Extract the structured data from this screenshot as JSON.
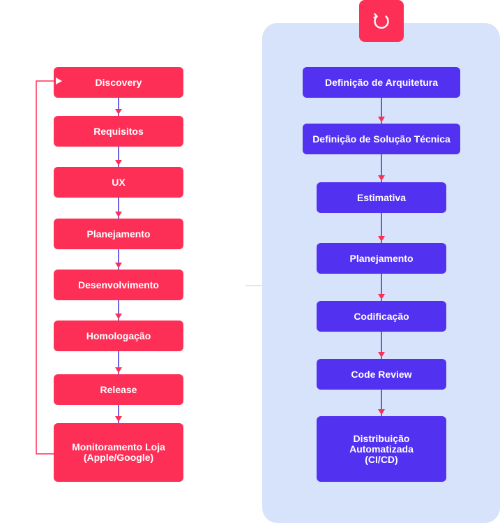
{
  "colors": {
    "red": "#fe2f56",
    "purple": "#5331f0",
    "panel": "#d7e3fb",
    "line": "#3b2fd6",
    "arrow": "#fe2f56"
  },
  "left_flow": {
    "steps": [
      "Discovery",
      "Requisitos",
      "UX",
      "Planejamento",
      "Desenvolvimento",
      "Homologação",
      "Release",
      "Monitoramento Loja\n(Apple/Google)"
    ]
  },
  "right_flow": {
    "icon": "refresh-cycle-icon",
    "steps": [
      "Definição de Arquitetura",
      "Definição de Solução Técnica",
      "Estimativa",
      "Planejamento",
      "Codificação",
      "Code Review",
      "Distribuição\nAutomatizada\n(CI/CD)"
    ]
  }
}
